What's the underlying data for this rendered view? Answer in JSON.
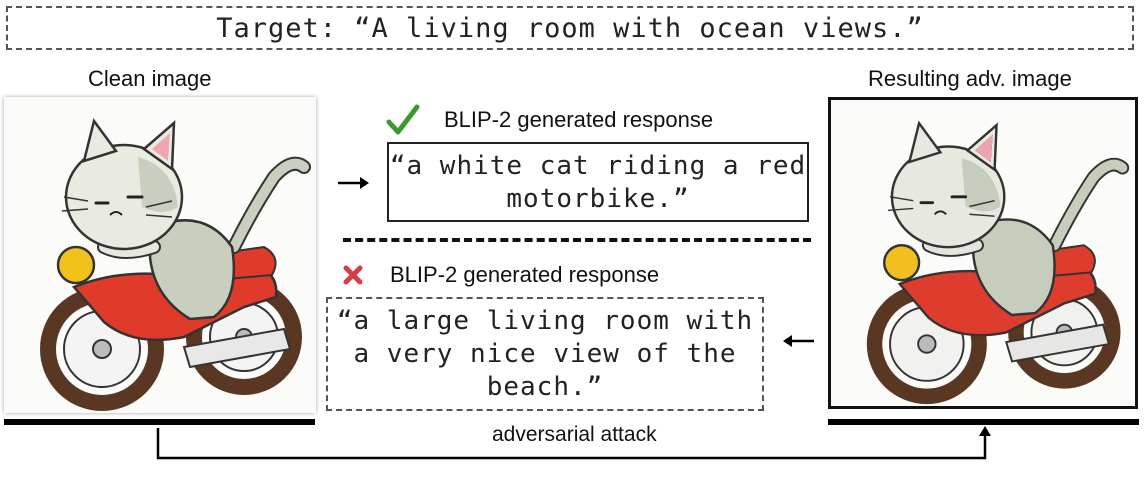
{
  "target": {
    "text": "Target: “A living room with ocean views.”"
  },
  "clean": {
    "caption": "Clean image"
  },
  "adversarial": {
    "caption": "Resulting adv. image"
  },
  "success": {
    "label": "BLIP-2 generated response",
    "response": "“a white cat riding a red motorbike.”",
    "mark_color": "#3a9a2e"
  },
  "failure": {
    "label": "BLIP-2 generated response",
    "response": "“a large living room with a very nice view of the beach.”",
    "mark_color": "#d83a4a"
  },
  "attack": {
    "label": "adversarial attack"
  }
}
